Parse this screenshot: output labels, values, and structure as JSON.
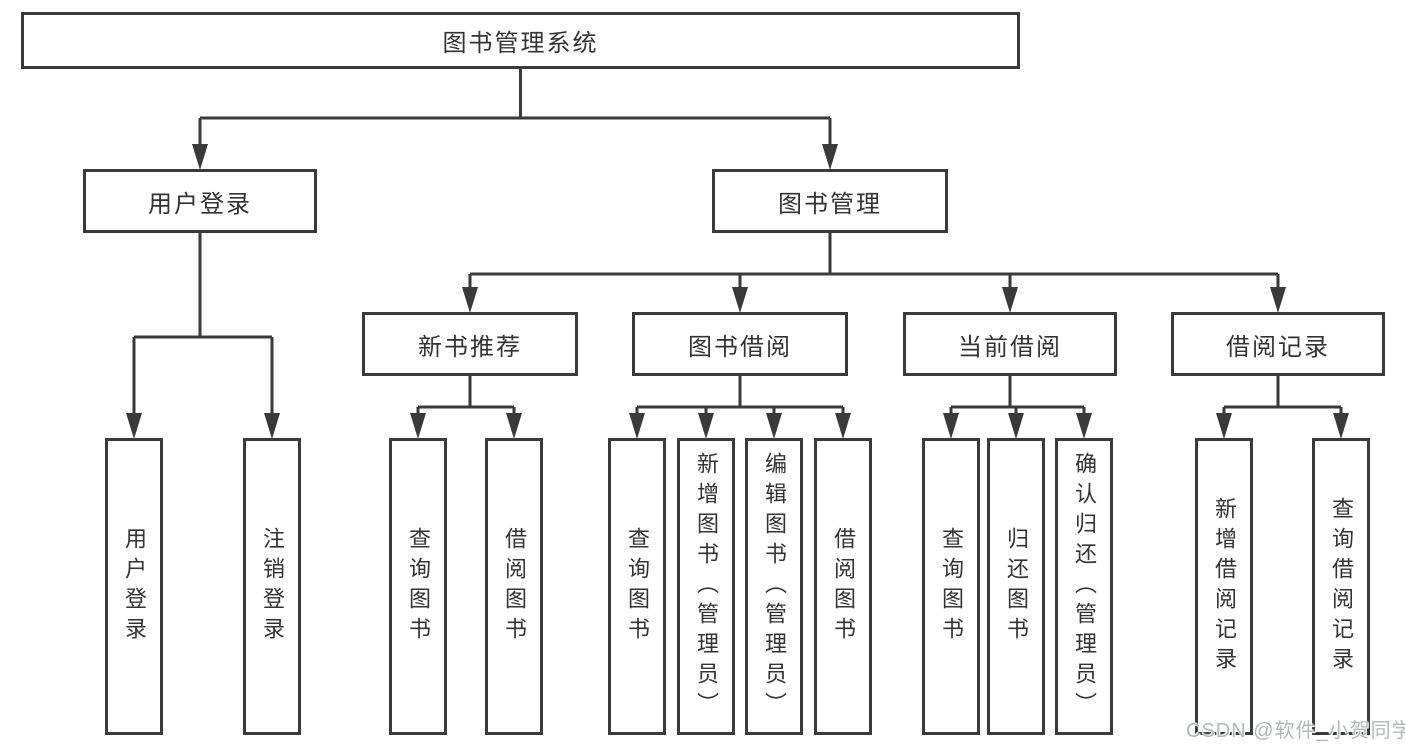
{
  "nodes": {
    "root": {
      "label": "图书管理系统"
    },
    "user_login": {
      "label": "用户登录"
    },
    "book_management": {
      "label": "图书管理"
    },
    "new_book_recommend": {
      "label": "新书推荐"
    },
    "book_borrow": {
      "label": "图书借阅"
    },
    "current_borrow": {
      "label": "当前借阅"
    },
    "borrow_record": {
      "label": "借阅记录"
    },
    "leaf_user_login": {
      "label": "用户登录"
    },
    "leaf_logout": {
      "label": "注销登录"
    },
    "leaf_nbr_query_book": {
      "label": "查询图书"
    },
    "leaf_nbr_borrow_book": {
      "label": "借阅图书"
    },
    "leaf_bb_query_book": {
      "label": "查询图书"
    },
    "leaf_bb_add_book": {
      "label": "新增图书（管理员）"
    },
    "leaf_bb_edit_book": {
      "label": "编辑图书（管理员）"
    },
    "leaf_bb_borrow_book": {
      "label": "借阅图书"
    },
    "leaf_cb_query_book": {
      "label": "查询图书"
    },
    "leaf_cb_return_book": {
      "label": "归还图书"
    },
    "leaf_cb_confirm_return": {
      "label": "确认归还（管理员）"
    },
    "leaf_br_add_record": {
      "label": "新增借阅记录"
    },
    "leaf_br_query_record": {
      "label": "查询借阅记录"
    }
  },
  "watermark": "CSDN @软件_小贺同学",
  "colors": {
    "line": "#3a3a3a",
    "text": "#333333",
    "watermark": "#b3b7bb",
    "background": "#ffffff"
  }
}
